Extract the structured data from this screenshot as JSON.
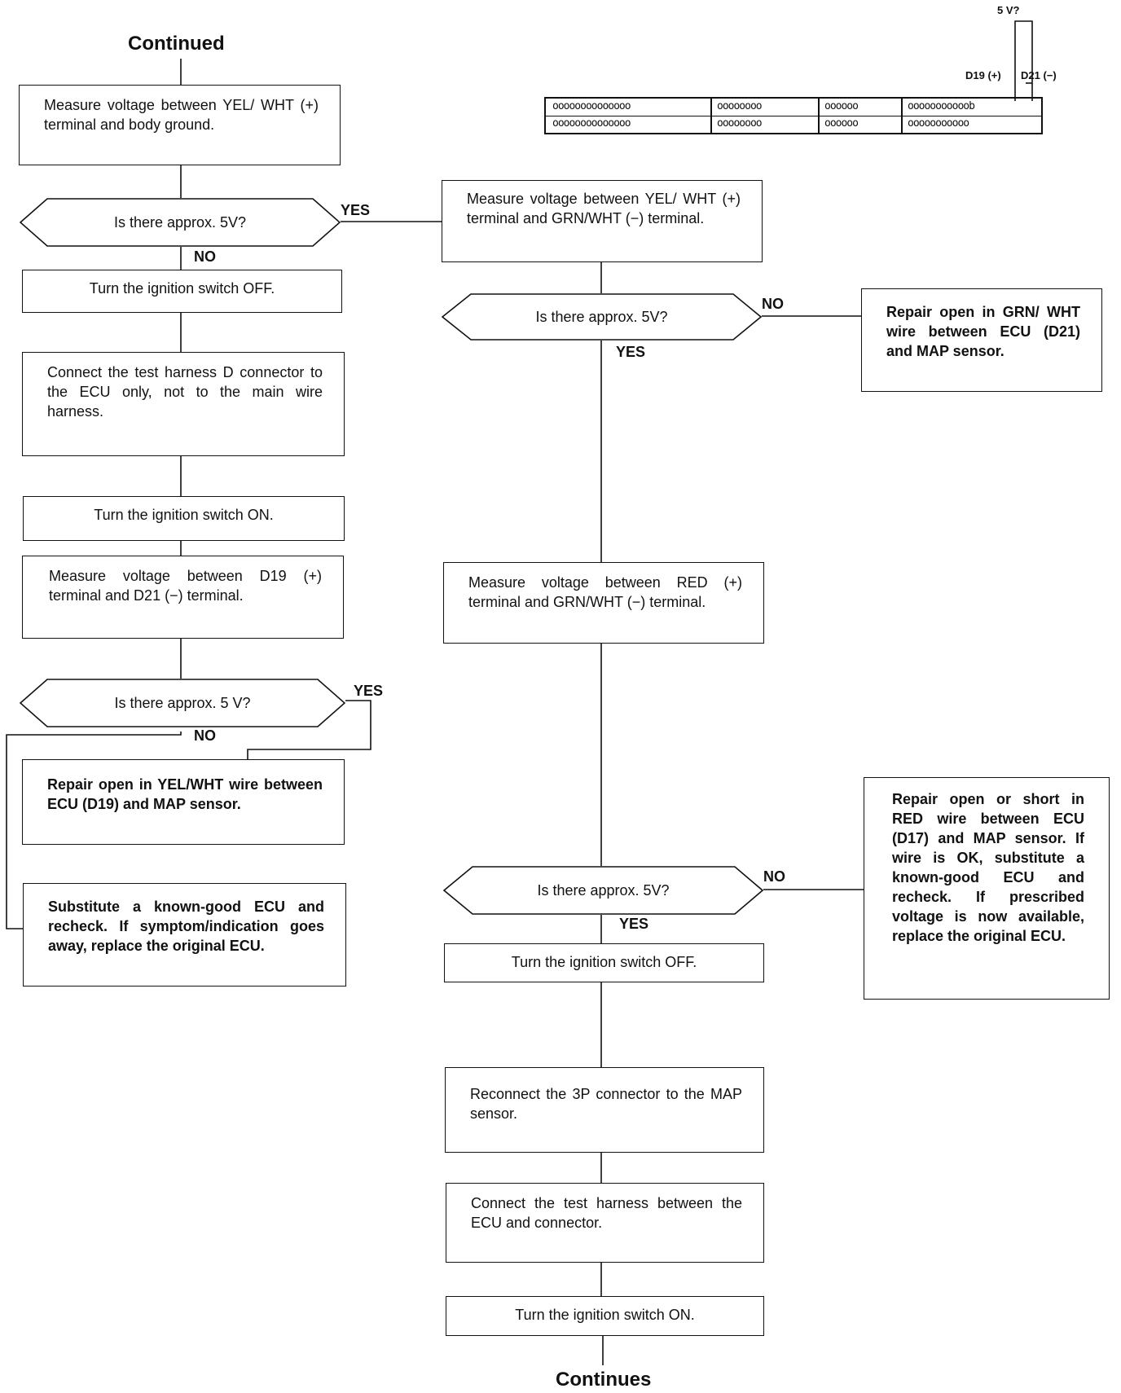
{
  "header": {
    "continued": "Continued",
    "continues": "Continues"
  },
  "connector": {
    "five_v_label": "5 V?",
    "d19_label": "D19 (+)",
    "d21_label": "D21 (−)",
    "rows": [
      [
        "oooooooooooooo",
        "oooooooo",
        "oooooo",
        "ooooooooooob"
      ],
      [
        "oooooooooooooo",
        "oooooooo",
        "oooooo",
        "ooooooooooo"
      ]
    ]
  },
  "left": {
    "measure_yel_body": "Measure voltage between YEL/ WHT (+) terminal and body ground.",
    "q1": "Is there approx. 5V?",
    "off1": "Turn the ignition switch OFF.",
    "connect_d": "Connect the test harness D con­nector to the ECU only, not to the main wire harness.",
    "on1": "Turn the ignition switch ON.",
    "measure_d19": "Measure voltage between D19 (+) terminal and D21 (−) ter­minal.",
    "q2": "Is there approx. 5 V?",
    "repair_yel": "Repair open in YEL/WHT wire between ECU (D19) and MAP sensor.",
    "substitute": "Substitute a known-good ECU and recheck. If symptom/indica­tion goes away, replace the original ECU."
  },
  "right": {
    "measure_yel_grn": "Measure voltage between YEL/ WHT (+) terminal and GRN/WHT (−) terminal.",
    "q3": "Is there approx. 5V?",
    "repair_grn": "Repair open in GRN/ WHT wire between ECU (D21) and MAP sensor.",
    "measure_red": "Measure voltage between RED (+) terminal and GRN/WHT (−) terminal.",
    "q4": "Is there approx. 5V?",
    "repair_red": "Repair open or short in RED wire between ECU (D17) and MAP sensor. If wire is OK, substi­tute a known-good ECU and recheck. If prescribed voltage is now available, replace the original ECU.",
    "off2": "Turn the ignition switch OFF.",
    "reconnect": "Reconnect the 3P connector to the MAP sensor.",
    "connect_between": "Connect the test harness be­tween the ECU and connector.",
    "on2": "Turn the ignition switch ON."
  },
  "labels": {
    "yes": "YES",
    "no": "NO"
  }
}
